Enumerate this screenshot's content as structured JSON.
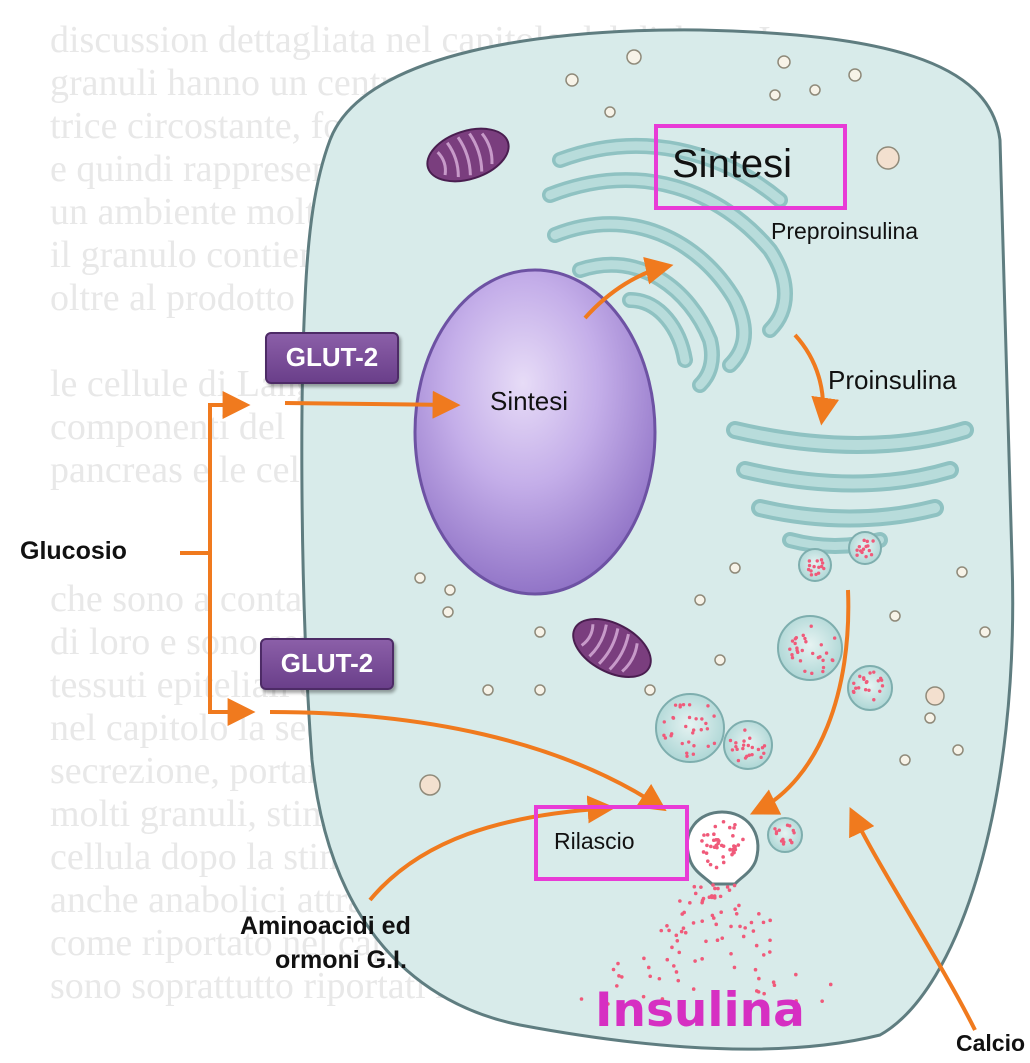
{
  "background_text": [
    "discussion dettagliata nel capitolo del diabete. I",
    "granuli hanno un centro rettangolare ed una ma-",
    "trice circostante, formati in un alone,",
    "e quindi rappresentano il deposito, che in",
    "un ambiente molto differente da altre cellule",
    "il granulo contiene anche altre sostanze",
    "oltre al prodotto +",
    "",
    "le cellule di Langerhans",
    "componenti del",
    "pancreas e le cellule",
    "",
    "",
    "che sono a contatto tra",
    "di loro e sono separate dai",
    "tessuti epiteliali che",
    "nel capitolo la sequenza del",
    "secrezione, portando allo formazione di",
    "molti granuli, stimolato la secrezione della",
    "cellula dopo la stimolazione ad esempio",
    "anche anabolici attraverso il recettore specifico",
    "come riportato nel capitolo e come gli ormoni",
    "sono soprattutto riportati nella tabella delle"
  ],
  "labels": {
    "glucosio": "Glucosio",
    "glut_top": "GLUT-2",
    "glut_bottom": "GLUT-2",
    "nucleus_sintesi": "Sintesi",
    "highlight_sintesi": "Sintesi",
    "preproinsulina": "Preproinsulina",
    "proinsulina": "Proinsulina",
    "rilascio": "Rilascio",
    "aminoacidi_line1": "Aminoacidi ed",
    "aminoacidi_line2": "ormoni G.I.",
    "insulina": "Insulina",
    "calcio": "Calcio"
  },
  "colors": {
    "cell_fill": "#d8ebea",
    "cell_border": "#5f7d80",
    "er_fill": "#a9d4d3",
    "nucleus": "#a88ad6",
    "glut": "#6a3f8a",
    "arrow": "#f07a1e",
    "highlight_box": "#e83bd6",
    "insulina_text": "#d62fc2",
    "granule_dot": "#f05a7a"
  }
}
